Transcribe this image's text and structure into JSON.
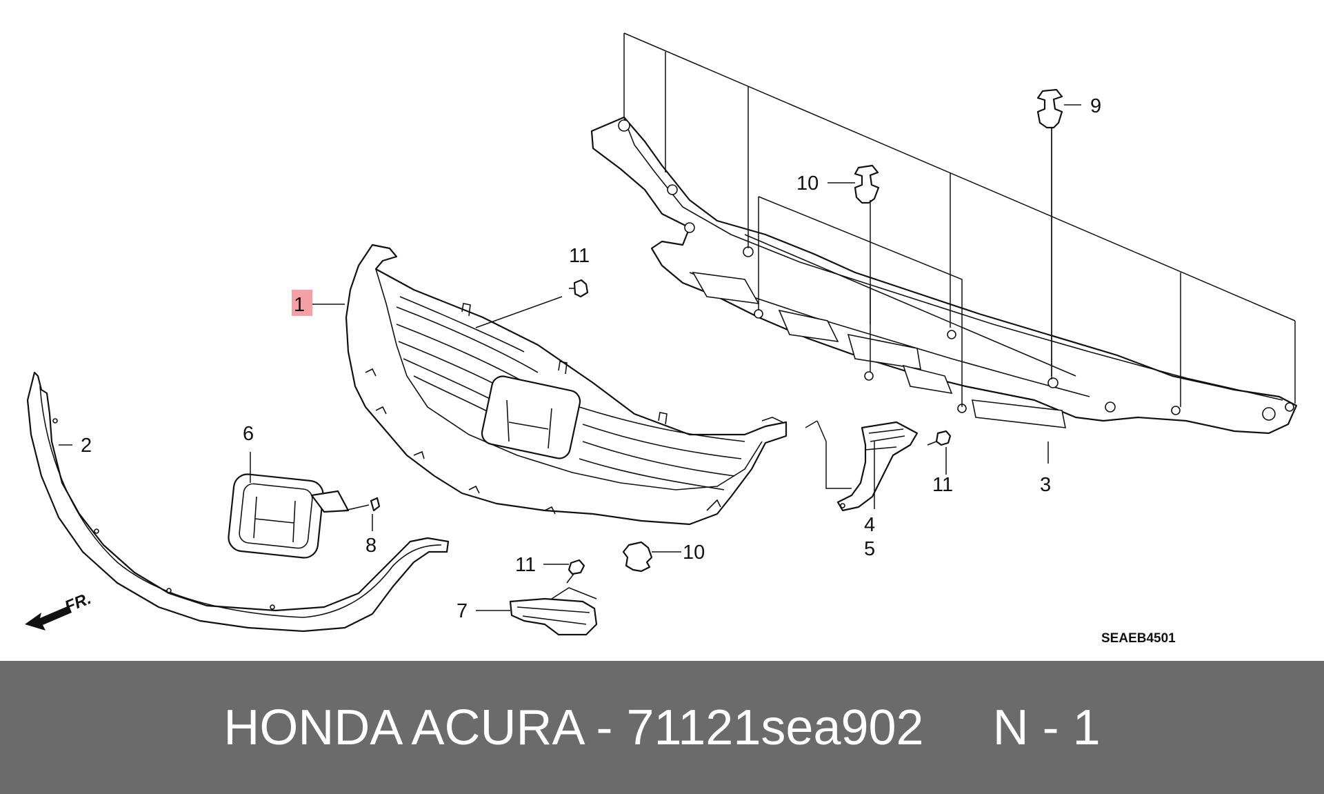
{
  "callouts": [
    {
      "id": "c1",
      "label": "1",
      "highlighted": true
    },
    {
      "id": "c2",
      "label": "2"
    },
    {
      "id": "c3",
      "label": "3"
    },
    {
      "id": "c4",
      "label": "4"
    },
    {
      "id": "c5",
      "label": "5"
    },
    {
      "id": "c6",
      "label": "6"
    },
    {
      "id": "c7",
      "label": "7"
    },
    {
      "id": "c8",
      "label": "8"
    },
    {
      "id": "c9",
      "label": "9"
    },
    {
      "id": "c10a",
      "label": "10"
    },
    {
      "id": "c10b",
      "label": "10"
    },
    {
      "id": "c11a",
      "label": "11"
    },
    {
      "id": "c11b",
      "label": "11"
    },
    {
      "id": "c11c",
      "label": "11"
    }
  ],
  "direction_label": "FR.",
  "diagram_code": "SEAEB4501",
  "footer": {
    "title": "HONDA ACURA - 71121sea902     N - 1"
  },
  "colors": {
    "highlight": "#f4a0a6",
    "footer_bg": "#6b6b6b",
    "footer_text": "#ffffff",
    "line": "#111111"
  }
}
